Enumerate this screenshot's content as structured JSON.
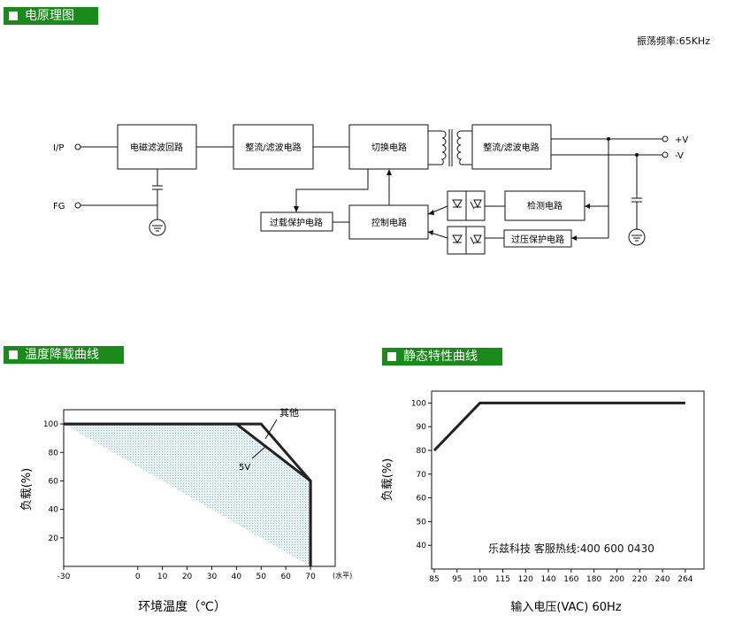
{
  "sections": {
    "schematic": "电原理图",
    "derating": "温度降载曲线",
    "static": "静态特性曲线"
  },
  "oscillation": "振荡频率:65KHz",
  "schematic": {
    "blocks": {
      "emi": "电磁滤波回路",
      "rect1": "整流/滤波电路",
      "switch": "切换电路",
      "rect2": "整流/滤波电路",
      "detect": "检测电路",
      "olp": "过载保护电路",
      "ctrl": "控制电路",
      "ovp": "过压保护电路"
    },
    "terminals": {
      "ip": "I/P",
      "fg": "FG",
      "vpos": "+V",
      "vneg": "-V"
    }
  },
  "chart_data": [
    {
      "type": "area",
      "title": "温度降载曲线",
      "xlabel": "环境温度（℃）",
      "ylabel": "负载(%)",
      "x_unit": "(水平)",
      "xticks": [
        -30,
        0,
        10,
        20,
        30,
        40,
        50,
        60,
        70
      ],
      "yticks": [
        20,
        40,
        60,
        80,
        100
      ],
      "xlim": [
        -30,
        80
      ],
      "ylim": [
        0,
        110
      ],
      "series": [
        {
          "name": "其他",
          "x": [
            -30,
            50,
            70,
            70
          ],
          "y": [
            100,
            100,
            60,
            0
          ]
        },
        {
          "name": "5V",
          "x": [
            -30,
            40,
            70,
            70
          ],
          "y": [
            100,
            100,
            60,
            0
          ]
        }
      ],
      "labels": {
        "other": "其他",
        "five": "5V"
      },
      "grid": false
    },
    {
      "type": "line",
      "title": "静态特性曲线",
      "xlabel": "输入电压(VAC) 60Hz",
      "ylabel": "负载(%)",
      "categories": [
        "85",
        "95",
        "100",
        "115",
        "120",
        "140",
        "160",
        "180",
        "200",
        "220",
        "240",
        "264"
      ],
      "yticks": [
        40,
        50,
        60,
        70,
        80,
        90,
        100
      ],
      "ylim": [
        30,
        105
      ],
      "series": [
        {
          "x": [
            "85",
            "100",
            "264"
          ],
          "y": [
            80,
            100,
            100
          ]
        }
      ],
      "grid": false
    }
  ],
  "watermark": "乐兹科技 客服热线:400 600 0430"
}
